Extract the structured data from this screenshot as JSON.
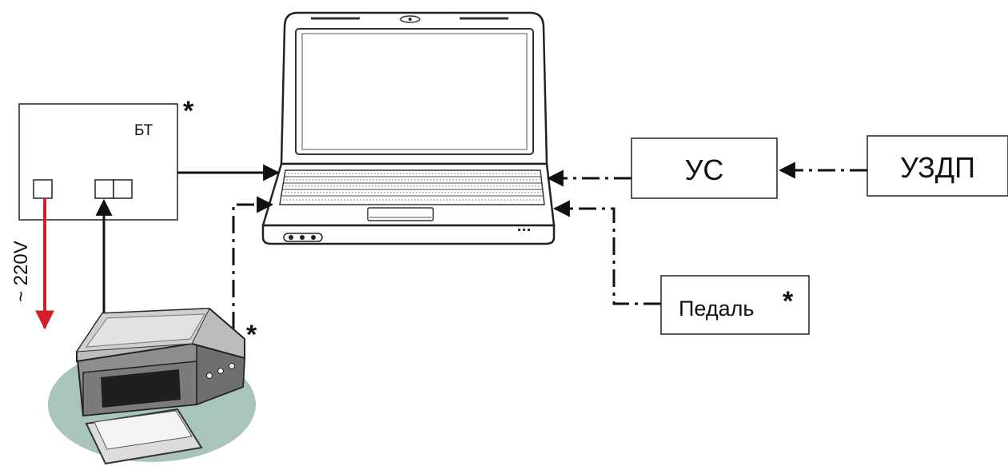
{
  "blocks": {
    "bt": {
      "label": "БТ",
      "mark": "*"
    },
    "us": {
      "label": "УС"
    },
    "uzdp": {
      "label": "УЗДП"
    },
    "pedal": {
      "label": "Педаль",
      "mark": "*"
    }
  },
  "power": {
    "label": "~ 220V",
    "color": "#d21f2b"
  },
  "printer": {
    "mark": "*"
  },
  "icons": [
    "laptop-icon",
    "printer-icon"
  ],
  "colors": {
    "line": "#111111",
    "power_arrow": "#d21f2b",
    "printer_shadow": "#a9c4bd"
  }
}
